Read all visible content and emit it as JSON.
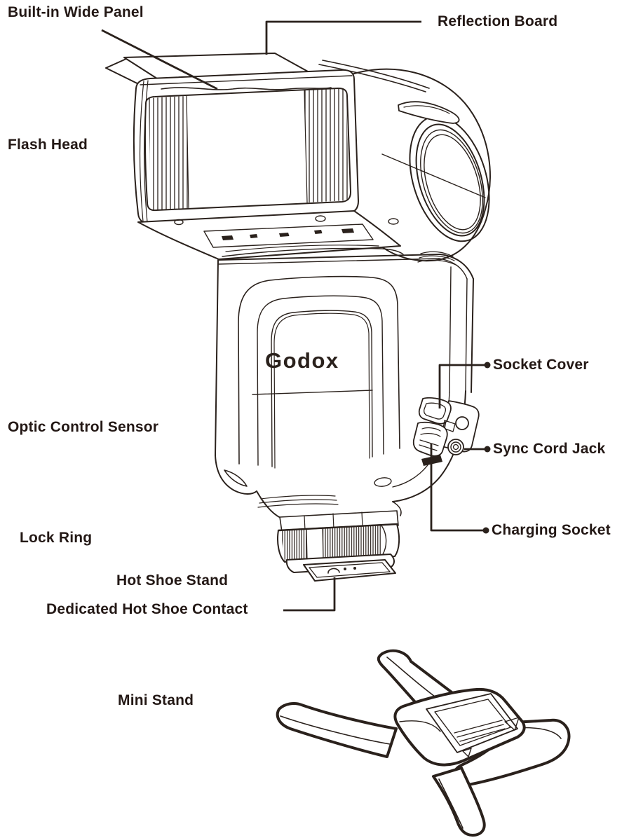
{
  "diagram": {
    "type": "labeled parts diagram",
    "subject": "Camera speedlite flash and mini stand",
    "brand_logo": "Godox",
    "ink_color": "#2a211c",
    "text_color": "#231815",
    "labels": {
      "built_in_wide_panel": "Built-in Wide Panel",
      "reflection_board": "Reflection Board",
      "flash_head": "Flash Head",
      "socket_cover": "Socket Cover",
      "optic_control_sensor": "Optic Control Sensor",
      "sync_cord_jack": "Sync Cord Jack",
      "charging_socket": "Charging Socket",
      "lock_ring": "Lock Ring",
      "hot_shoe_stand": "Hot Shoe Stand",
      "dedicated_hot_shoe_contact": "Dedicated Hot Shoe Contact",
      "mini_stand": "Mini Stand"
    }
  }
}
